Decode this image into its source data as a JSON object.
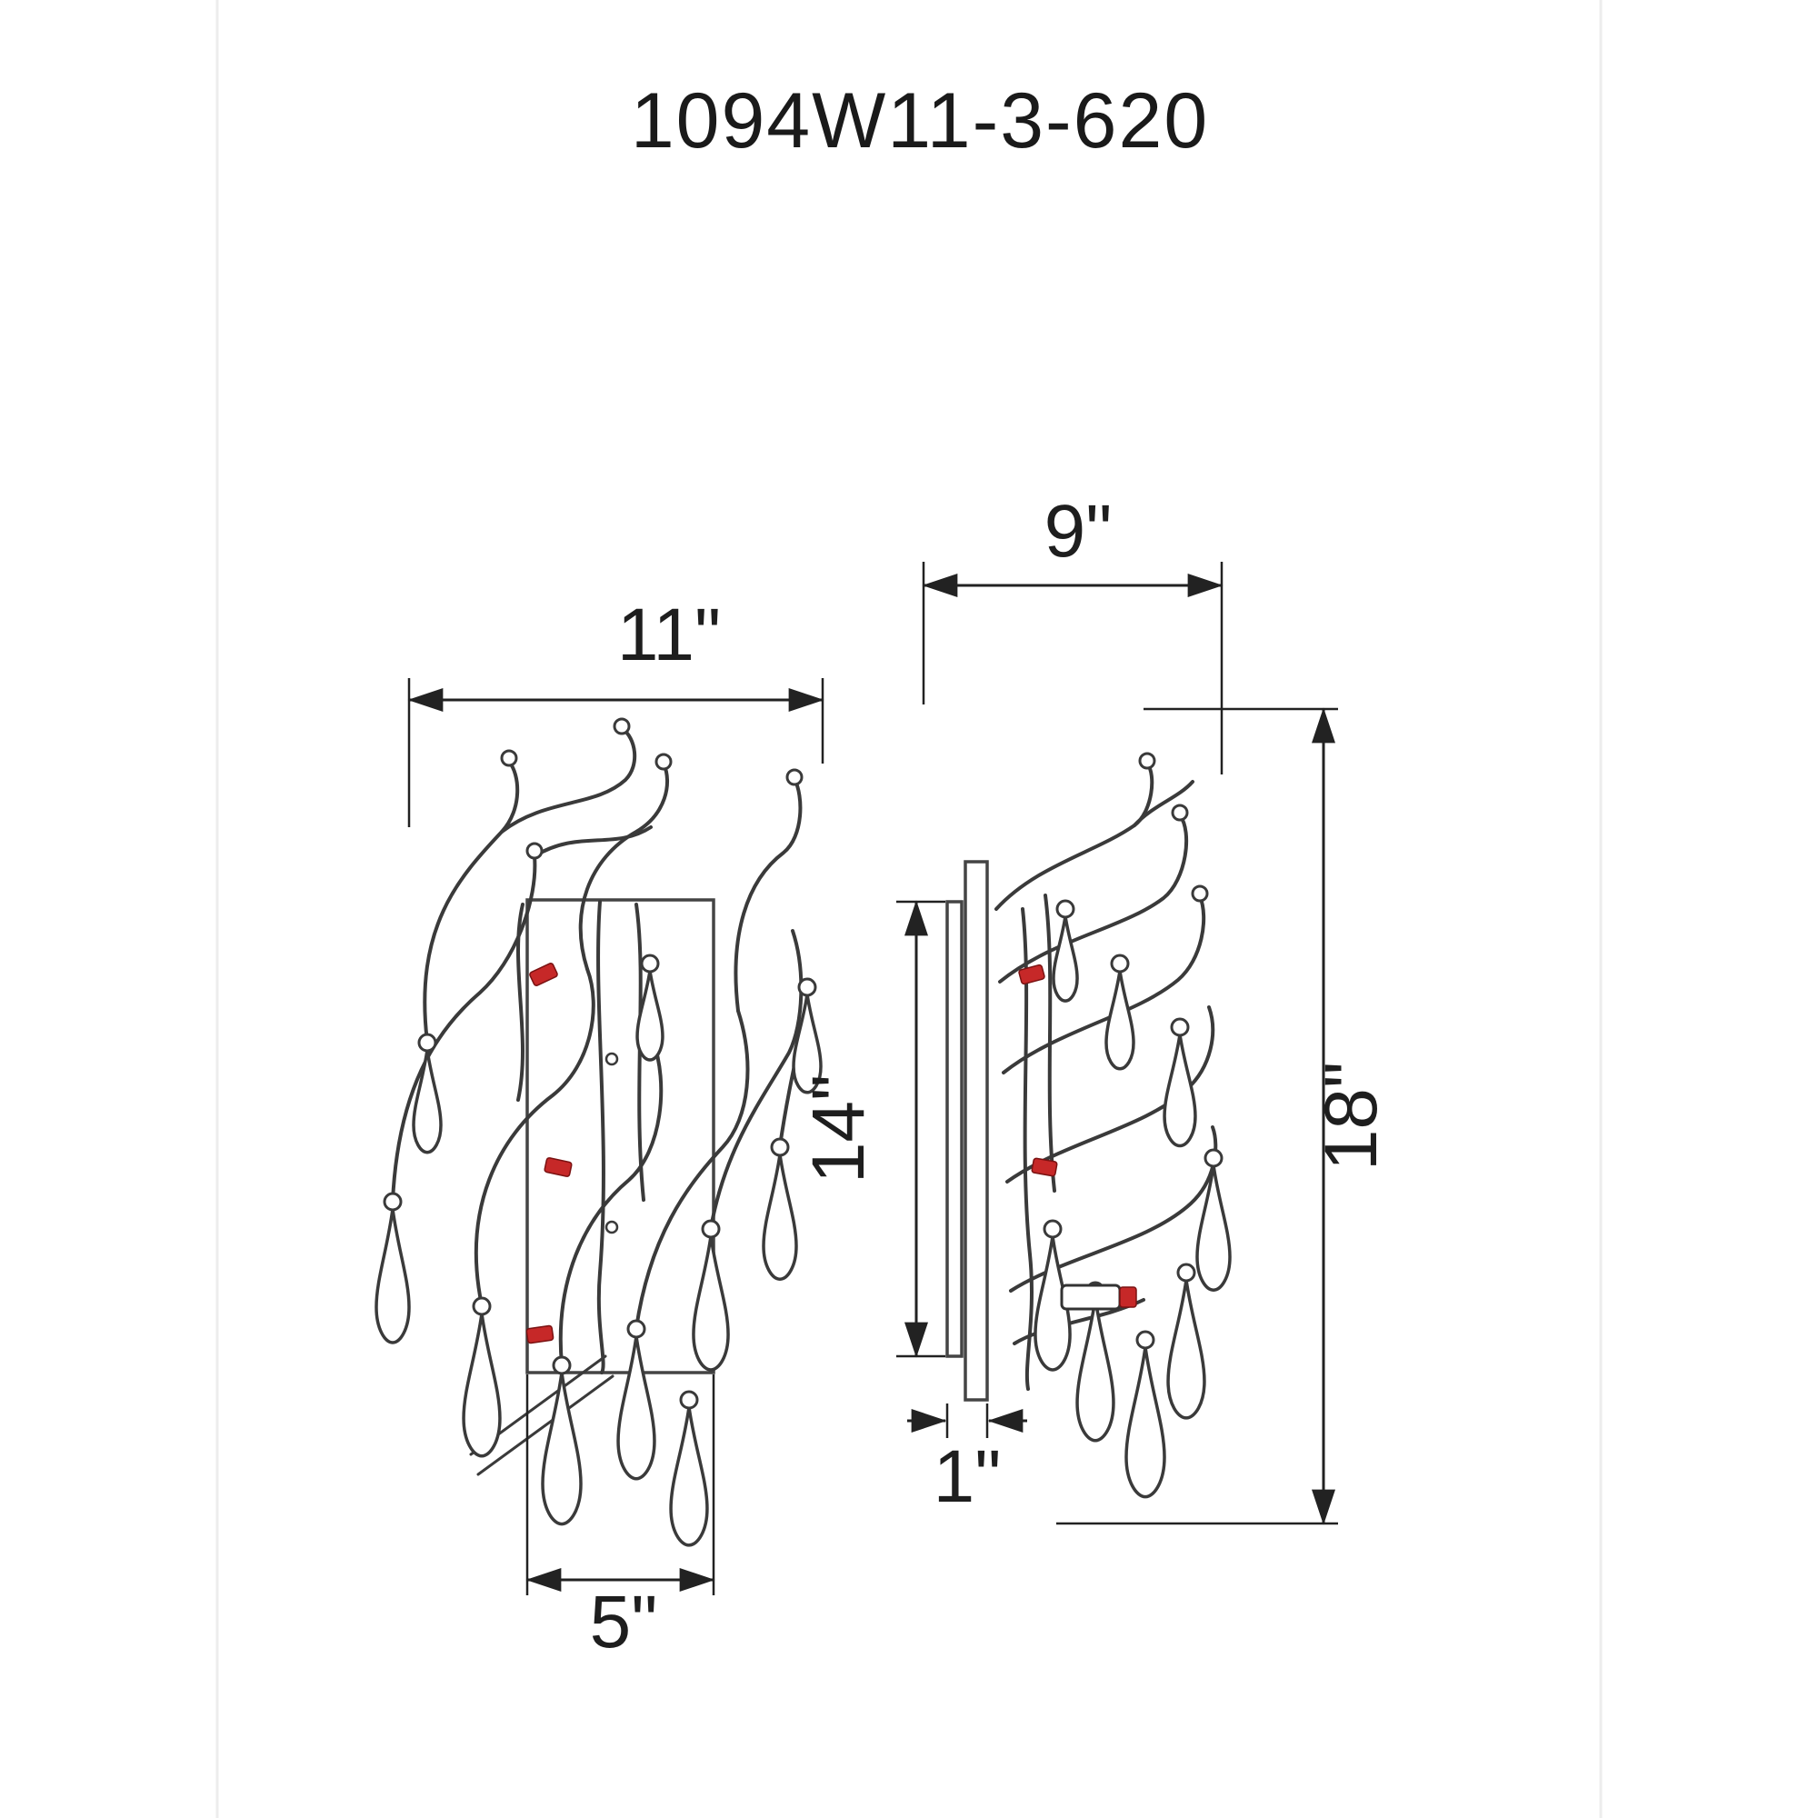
{
  "title": "1094W11-3-620",
  "dimensions": {
    "front_width": "11\"",
    "front_backplate_width": "5\"",
    "side_width": "9\"",
    "backplate_height": "14\"",
    "overall_height": "18\"",
    "mount_depth": "1\""
  },
  "colors": {
    "line": "#3a3a3a",
    "dimension": "#222222",
    "accent_red": "#c62828"
  }
}
